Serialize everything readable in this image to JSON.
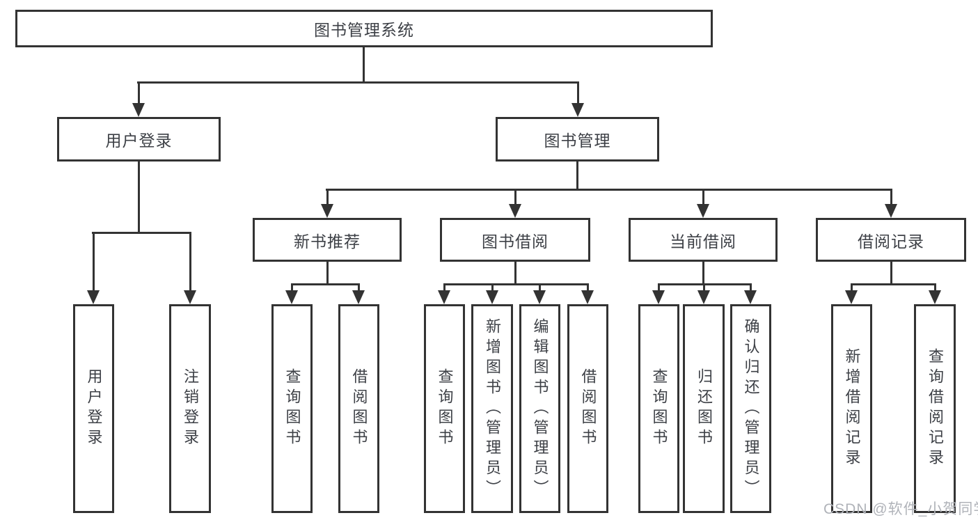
{
  "tree": {
    "root": "图书管理系统",
    "branches": [
      {
        "label": "用户登录",
        "children": [
          "用户登录",
          "注销登录"
        ]
      },
      {
        "label": "图书管理",
        "children": [
          {
            "label": "新书推荐",
            "children": [
              "查询图书",
              "借阅图书"
            ]
          },
          {
            "label": "图书借阅",
            "children": [
              "查询图书",
              "新增图书（管理员）",
              "编辑图书（管理员）",
              "借阅图书"
            ]
          },
          {
            "label": "当前借阅",
            "children": [
              "查询图书",
              "归还图书",
              "确认归还（管理员）"
            ]
          },
          {
            "label": "借阅记录",
            "children": [
              "新增借阅记录",
              "查询借阅记录"
            ]
          }
        ]
      }
    ]
  },
  "watermark": {
    "text": "CSDN @软件_小贺同学"
  },
  "colors": {
    "line": "#333333",
    "text": "#3d4046",
    "watermark": "#b0b3b9",
    "background": "#ffffff"
  }
}
